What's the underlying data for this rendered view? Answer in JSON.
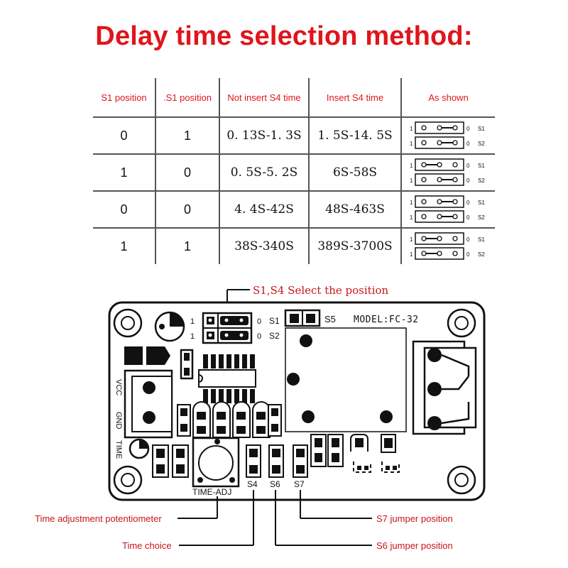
{
  "title": "Delay time selection method:",
  "table": {
    "headers": [
      "S1 position",
      ".S1 position",
      "Not insert S4 time",
      "Insert S4 time",
      "As shown"
    ],
    "rows": [
      {
        "s1a": "0",
        "s1b": "1",
        "not_insert": "0. 13S-1. 3S",
        "insert": "1. 5S-14. 5S",
        "jumper_s1": "right",
        "jumper_s2": "right"
      },
      {
        "s1a": "1",
        "s1b": "0",
        "not_insert": "0. 5S-5. 2S",
        "insert": "6S-58S",
        "jumper_s1": "left",
        "jumper_s2": "right"
      },
      {
        "s1a": "0",
        "s1b": "0",
        "not_insert": "4. 4S-42S",
        "insert": "48S-463S",
        "jumper_s1": "right",
        "jumper_s2": "right"
      },
      {
        "s1a": "1",
        "s1b": "1",
        "not_insert": "38S-340S",
        "insert": "389S-3700S",
        "jumper_s1": "left",
        "jumper_s2": "left"
      }
    ],
    "jumper_labels": {
      "one": "1",
      "zero": "0",
      "s1": "S1",
      "s2": "S2"
    }
  },
  "board": {
    "top_callout": "S1,S4 Select the position",
    "model": "MODEL:FC-32",
    "s5": "S5",
    "jp_one": "1",
    "jp_zero": "0",
    "jp_s1": "S1",
    "jp_s2": "S2",
    "vcc": "VCC",
    "gnd": "GND",
    "time": "TIME",
    "time_adj": "TIME-ADJ",
    "s4": "S4",
    "s6": "S6",
    "s7": "S7"
  },
  "callouts": {
    "potentiometer": "Time adjustment potentiometer",
    "time_choice": "Time choice",
    "s7_jumper": "S7 jumper position",
    "s6_jumper": "S6 jumper position"
  },
  "colors": {
    "title": "#e0151b",
    "label": "#c8141a",
    "line": "#111111"
  }
}
